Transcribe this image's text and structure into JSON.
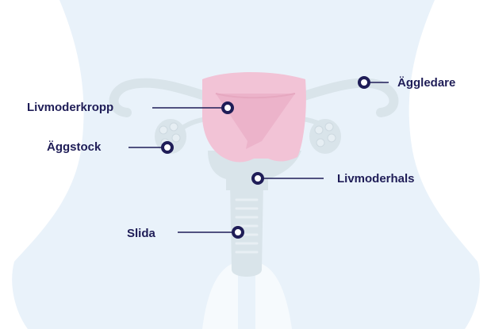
{
  "diagram": {
    "labels": {
      "livmoderkropp": "Livmoderkropp",
      "aggstock": "Äggstock",
      "slida": "Slida",
      "aggledare": "Äggledare",
      "livmoderhals": "Livmoderhals"
    },
    "colors": {
      "background": "#e9f2fa",
      "body_silhouette": "#ffffff",
      "organ": "#d9e4ea",
      "uterus": "#f2c3d6",
      "marker": "#1f1d57",
      "label_text": "#1f1d57"
    }
  }
}
